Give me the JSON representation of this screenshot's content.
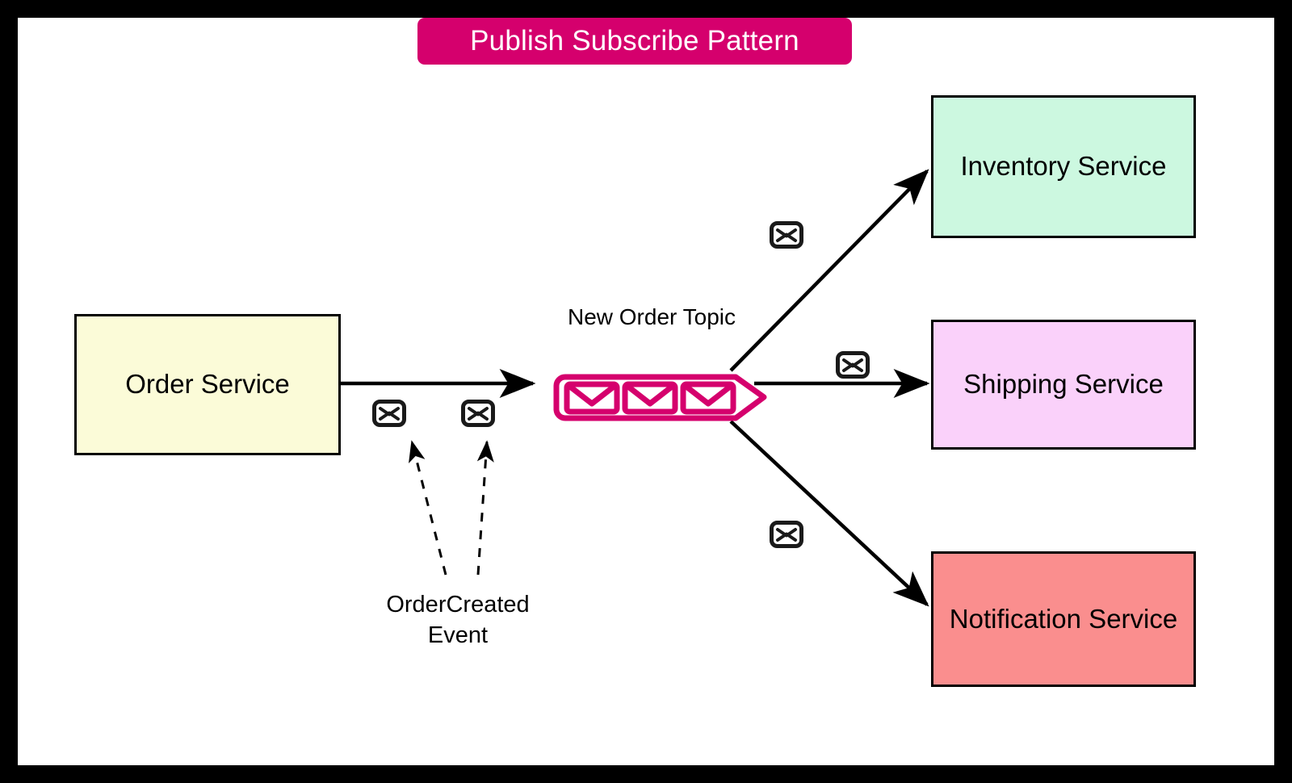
{
  "diagram": {
    "title": "Publish Subscribe Pattern",
    "title_bg": "#d5006d",
    "title_fg": "#ffffff",
    "canvas_bg": "#ffffff",
    "frame_color": "#000000"
  },
  "publisher": {
    "label": "Order Service",
    "fill": "#fbfbd8",
    "stroke": "#000000"
  },
  "topic": {
    "label": "New Order Topic",
    "stroke": "#d5006d",
    "message_count": 3,
    "message_icon": "envelope-icon"
  },
  "subscribers": [
    {
      "label": "Inventory Service",
      "fill": "#ccf8e0",
      "stroke": "#000000"
    },
    {
      "label": "Shipping Service",
      "fill": "#fad1fa",
      "stroke": "#000000"
    },
    {
      "label": "Notification Service",
      "fill": "#fa8e8e",
      "stroke": "#000000"
    }
  ],
  "event": {
    "line1": "OrderCreated",
    "line2": "Event",
    "annotation_style": "dashed-arrow",
    "targets": 2
  },
  "edge_badges": {
    "icon": "envelope-badge-icon",
    "publish_count": 2,
    "subscriber_count": 3
  },
  "edges": [
    {
      "from": "Order Service",
      "to": "New Order Topic",
      "style": "solid",
      "arrow": true
    },
    {
      "from": "New Order Topic",
      "to": "Inventory Service",
      "style": "solid",
      "arrow": true
    },
    {
      "from": "New Order Topic",
      "to": "Shipping Service",
      "style": "solid",
      "arrow": true
    },
    {
      "from": "New Order Topic",
      "to": "Notification Service",
      "style": "solid",
      "arrow": true
    },
    {
      "from": "OrderCreated Event",
      "to": "publish-badge-1",
      "style": "dashed",
      "arrow": true
    },
    {
      "from": "OrderCreated Event",
      "to": "publish-badge-2",
      "style": "dashed",
      "arrow": true
    }
  ]
}
